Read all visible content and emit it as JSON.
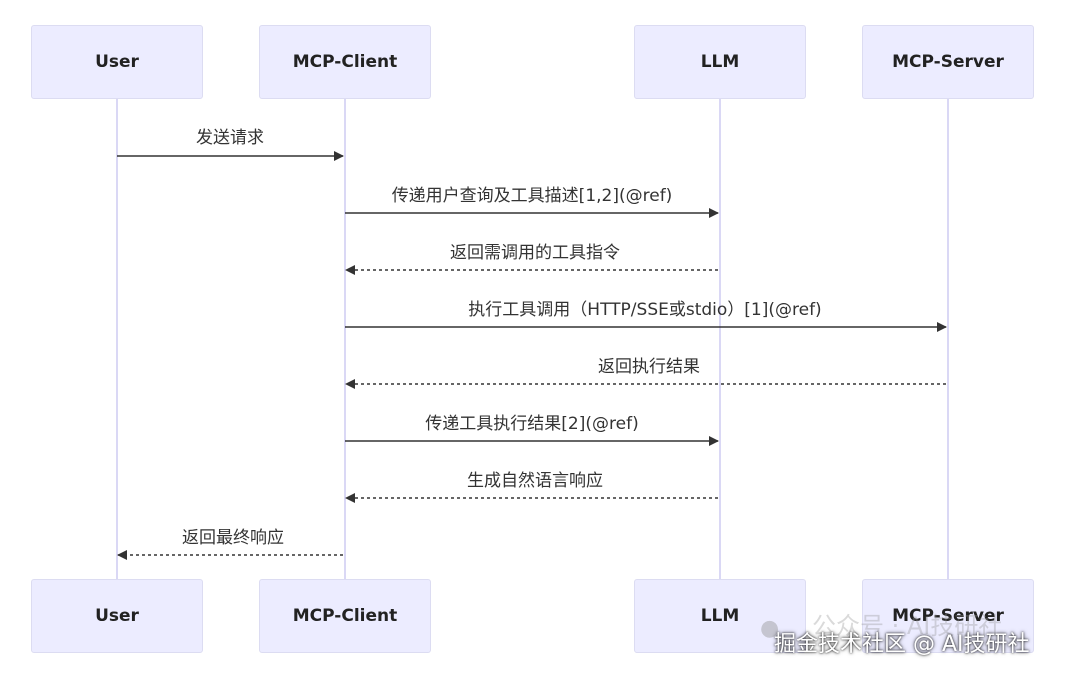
{
  "actors": [
    {
      "id": "user",
      "label": "User"
    },
    {
      "id": "client",
      "label": "MCP-Client"
    },
    {
      "id": "llm",
      "label": "LLM"
    },
    {
      "id": "server",
      "label": "MCP-Server"
    }
  ],
  "messages": [
    {
      "from": "user",
      "to": "client",
      "label": "发送请求",
      "style": "solid"
    },
    {
      "from": "client",
      "to": "llm",
      "label": "传递用户查询及工具描述[1,2](@ref)",
      "style": "solid"
    },
    {
      "from": "llm",
      "to": "client",
      "label": "返回需调用的工具指令",
      "style": "dashed"
    },
    {
      "from": "client",
      "to": "server",
      "label": "执行工具调用（HTTP/SSE或stdio）[1](@ref)",
      "style": "solid"
    },
    {
      "from": "server",
      "to": "client",
      "label": "返回执行结果",
      "style": "dashed"
    },
    {
      "from": "client",
      "to": "llm",
      "label": "传递工具执行结果[2](@ref)",
      "style": "solid"
    },
    {
      "from": "llm",
      "to": "client",
      "label": "生成自然语言响应",
      "style": "dashed"
    },
    {
      "from": "client",
      "to": "user",
      "label": "返回最终响应",
      "style": "dashed"
    }
  ],
  "watermark": {
    "faint_text": "公众号 · AI技研社",
    "text": "掘金技术社区 @ AI技研社",
    "icon": "wechat-icon"
  },
  "colors": {
    "actor_fill": "#ececff",
    "actor_border": "#dcdcf2",
    "lifeline": "#dad8f5",
    "arrow": "#333333"
  }
}
